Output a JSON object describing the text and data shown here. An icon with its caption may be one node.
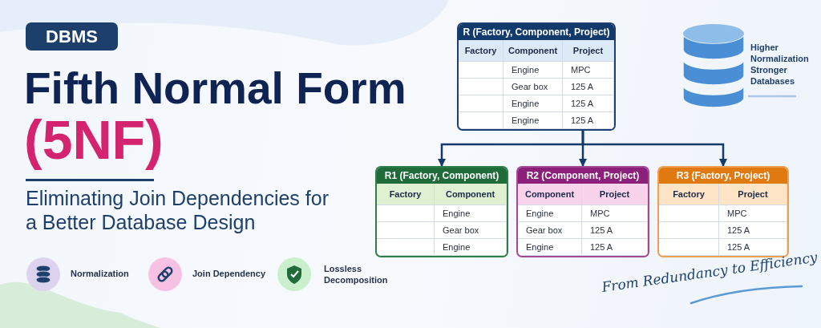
{
  "diagram": {
    "title": "Fifth Normal Form (5NF)",
    "nodes": [
      {
        "text": [
          "R (Factory, Component, Project)",
          "Factory",
          "Component",
          "Project",
          "Engine",
          "MPC",
          "Gear box",
          "125 A",
          "Engine",
          "125 A",
          "Engine",
          "125 A"
        ]
      },
      {
        "text": [
          "R1 (Factory, Component)",
          "Factory",
          "Component",
          "Engine",
          "Gear box",
          "Engine"
        ]
      },
      {
        "text": [
          "R2 (Component, Project)",
          "Component",
          "Project",
          "Engine",
          "MPC",
          "Gear box",
          "125 A",
          "Engine",
          "125 A"
        ]
      },
      {
        "text": [
          "R3 (Factory, Project)",
          "Factory",
          "Project",
          "MPC",
          "125 A",
          "125 A"
        ]
      }
    ],
    "edges": [
      {
        "from": 0,
        "to": 1,
        "arrow": "to"
      },
      {
        "from": 0,
        "to": 2,
        "arrow": "to"
      },
      {
        "from": 0,
        "to": 3,
        "arrow": "to"
      }
    ],
    "labels": [
      "DBMS",
      "Eliminating Join Dependencies for a Better Database Design",
      "Higher Normalization Stronger Databases",
      "Normalization",
      "Join Dependency",
      "Lossless Decomposition",
      "From Redundancy to Efficiency"
    ]
  }
}
